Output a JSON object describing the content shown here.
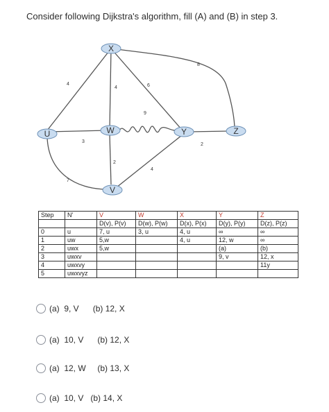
{
  "question": "Consider following Dijkstra's algorithm,  fill (A) and (B) in step 3.",
  "graph": {
    "nodes": {
      "x": "X",
      "u": "U",
      "w": "W",
      "y": "Y",
      "z": "Z",
      "v": "V"
    },
    "weights": {
      "ux": "4",
      "xw": "4",
      "xy": "6",
      "xz": "8",
      "uw": "3",
      "wy": "9",
      "yz": "2",
      "uv": "7",
      "wv": "2",
      "vy": "4"
    }
  },
  "table": {
    "headers": [
      "Step",
      "N'",
      "V",
      "W",
      "X",
      "Y",
      "Z"
    ],
    "subheaders": [
      "",
      "",
      "D(v), P(v)",
      "D(w), P(w)",
      "D(x), P(x)",
      "D(y), P(y)",
      "D(z), P(z)"
    ],
    "rows": [
      [
        "0",
        "u",
        "7, u",
        "3, u",
        "4, u",
        "∞",
        "∞"
      ],
      [
        "1",
        "uw",
        "5,w",
        "",
        "4, u",
        "12, w",
        "∞"
      ],
      [
        "2",
        "uwx",
        "5,w",
        "",
        "",
        "(a)",
        "(b)"
      ],
      [
        "3",
        "uwxv",
        "",
        "",
        "",
        "9, v",
        "12, x"
      ],
      [
        "4",
        "uwxvy",
        "",
        "",
        "",
        "",
        "11y"
      ],
      [
        "5",
        "uwxvyz",
        "",
        "",
        "",
        "",
        ""
      ]
    ]
  },
  "options": [
    {
      "a": "(a)  9, V",
      "b": "(b) 12, X"
    },
    {
      "a": "(a)  10, V",
      "b": "(b) 12, X"
    },
    {
      "a": "(a)  12, W",
      "b": "(b) 13, X"
    },
    {
      "a": "(a)  10, V",
      "b": "(b) 14, X"
    }
  ],
  "colors": {
    "header": "#c0392b",
    "node_fill": "#c9dcf0",
    "edge": "#555555"
  }
}
